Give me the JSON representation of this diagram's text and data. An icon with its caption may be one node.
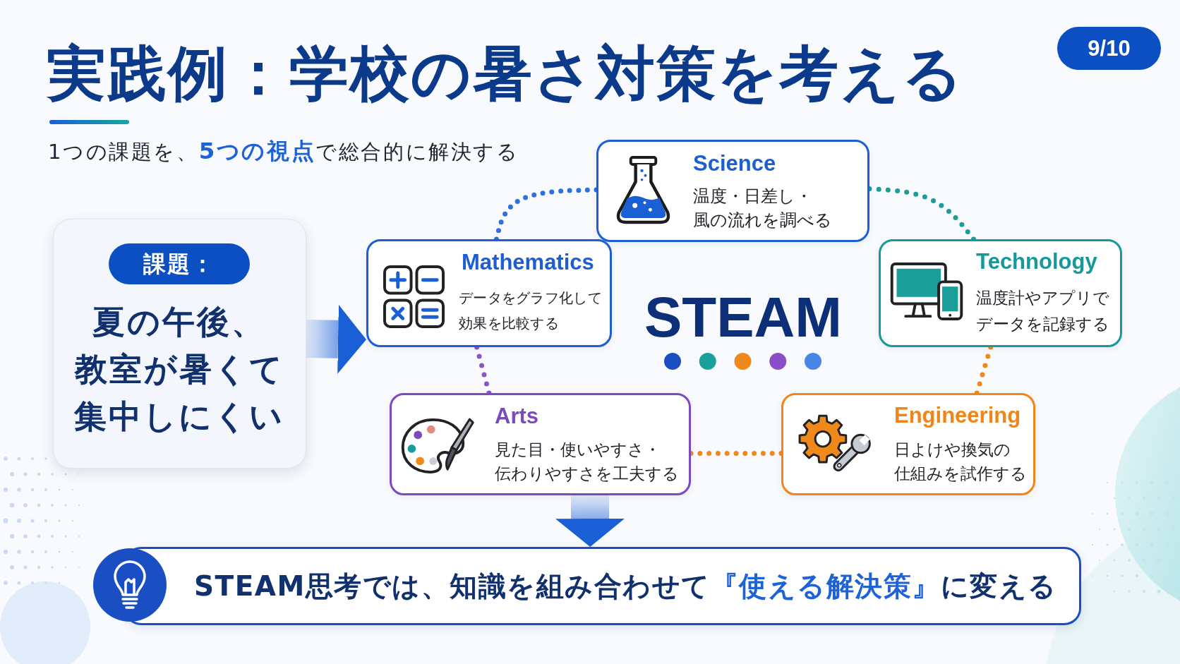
{
  "diagram": {
    "title": "実践例：学校の暑さ対策を考える",
    "nodes": [
      {
        "text": [
          "Science",
          "温度・日差し・風の流れを調べる"
        ]
      },
      {
        "text": [
          "夏の午後、教室が暑くて集中しにくい"
        ]
      },
      {
        "text": [
          "課題："
        ],
        "in": 1
      },
      {
        "text": [
          "Mathematics",
          "データをグラフ化して効果を比較する"
        ]
      },
      {
        "text": [
          "Technology",
          "温度計やアプリでデータを記録する"
        ]
      },
      {
        "text": [
          "Arts",
          "見た目・使いやすさ・伝わりやすさを工夫する"
        ]
      },
      {
        "text": [
          "Engineering",
          "日よけや換気の仕組みを試作する"
        ]
      },
      {
        "text": [
          "STEAM思考では、知識を組み合わせて**『使える解決策』**に変える"
        ]
      }
    ],
    "edges": [
      {
        "from": 1,
        "to": 3,
        "arrow": "to",
        "style": "thick",
        "color": "#1a5fd6"
      },
      {
        "from": 3,
        "to": 0,
        "arrow": "none",
        "style": "dashed",
        "color": "#2f6fe0"
      },
      {
        "from": 0,
        "to": 4,
        "arrow": "none",
        "style": "dashed",
        "color": "#1a9e9a"
      },
      {
        "from": 4,
        "to": 6,
        "arrow": "none",
        "style": "dashed",
        "color": "#f0891c"
      },
      {
        "from": 6,
        "to": 5,
        "arrow": "none",
        "style": "dashed",
        "color": "#f0891c"
      },
      {
        "from": 5,
        "to": 3,
        "arrow": "none",
        "style": "dashed",
        "color": "#8a55c8"
      },
      {
        "from": 5,
        "to": 7,
        "arrow": "to",
        "style": "thick",
        "color": "#1a5fd6"
      }
    ],
    "labels": [
      "9/10",
      "1つの課題を、**5つの視点**で総合的に解決する",
      "STEAM"
    ]
  }
}
